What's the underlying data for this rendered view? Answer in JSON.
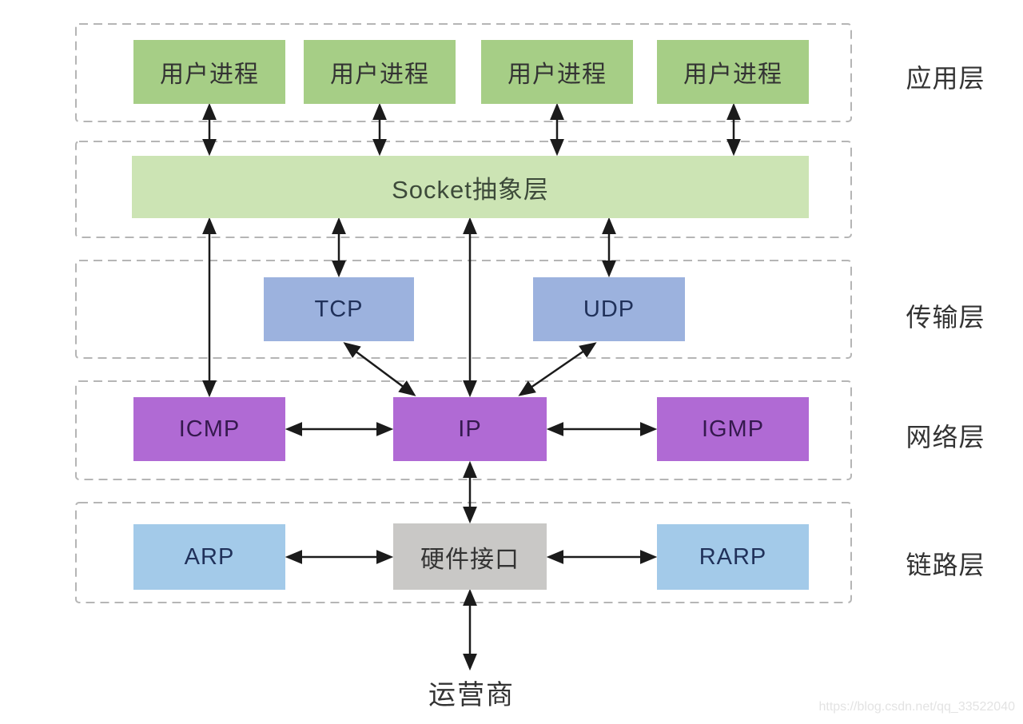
{
  "colors": {
    "process_green": "#a6ce86",
    "socket_green": "#cce4b4",
    "transport_blue": "#9cb2de",
    "network_purple": "#b06ad4",
    "link_blue": "#a3cae9",
    "hw_gray": "#c9c8c6",
    "arrow_black": "#1b1b1b",
    "dash_gray": "#b5b5b5",
    "text_dark": "#333333",
    "socket_text": "#3d4a3a",
    "blue_text": "#20315a",
    "purple_text": "#35194e",
    "watermark_gray": "#e3e3e3"
  },
  "layer_labels": {
    "application": "应用层",
    "transport": "传输层",
    "network": "网络层",
    "link": "链路层"
  },
  "nodes": {
    "user_processes": [
      "用户进程",
      "用户进程",
      "用户进程",
      "用户进程"
    ],
    "socket": "Socket抽象层",
    "tcp": "TCP",
    "udp": "UDP",
    "icmp": "ICMP",
    "ip": "IP",
    "igmp": "IGMP",
    "arp": "ARP",
    "hardware_interface": "硬件接口",
    "rarp": "RARP",
    "carrier": "运营商"
  },
  "watermark": "https://blog.csdn.net/qq_33522040"
}
